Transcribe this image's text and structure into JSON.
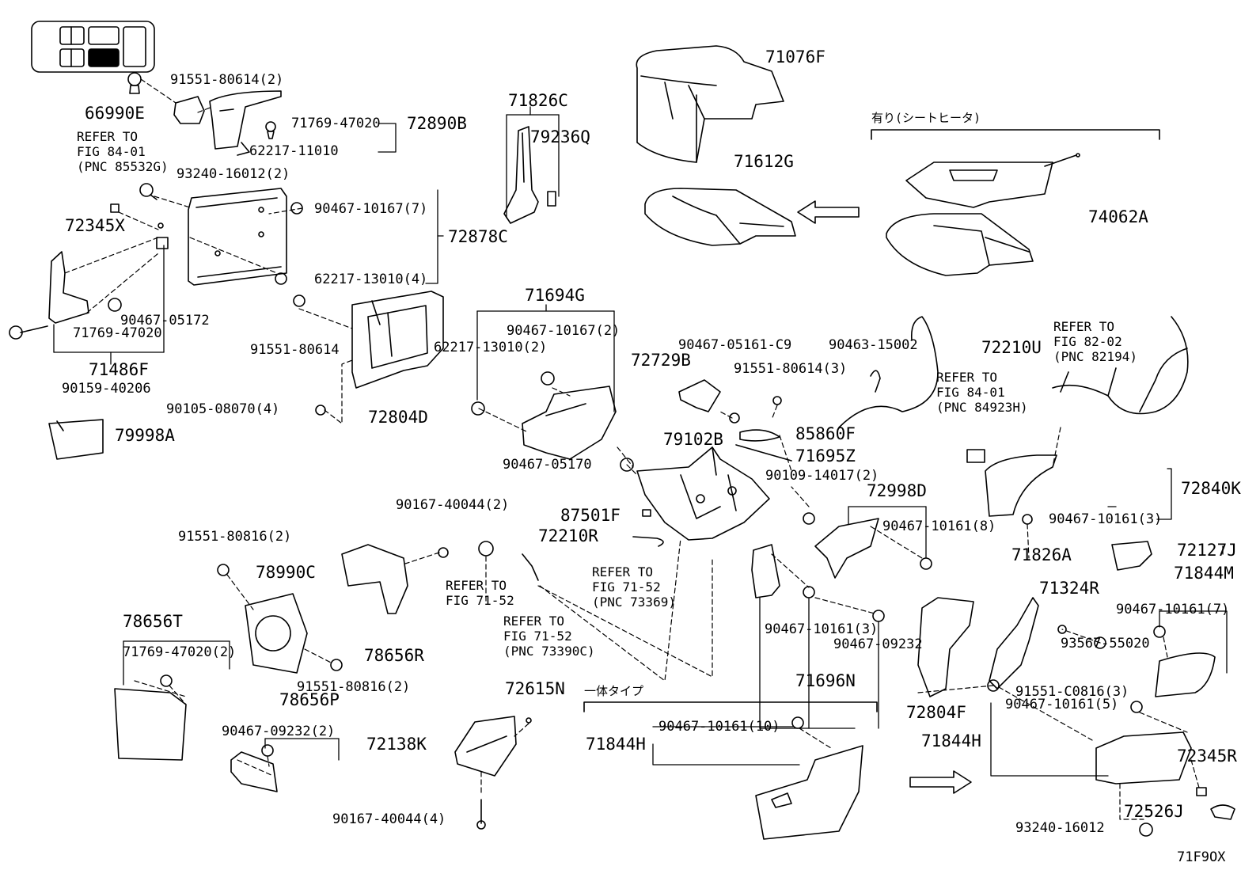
{
  "diagram_id": "71F9OX",
  "notes": {
    "with_heater": "有り(シートヒータ)",
    "integrated_type": "一体タイプ"
  },
  "refs": {
    "fig84_85532G": "REFER TO\nFIG 84-01\n(PNC 85532G)",
    "fig82_82194": "REFER TO\nFIG 82-02\n(PNC 82194)",
    "fig84_84923H": "REFER TO\nFIG 84-01\n(PNC 84923H)",
    "fig71_52": "REFER TO\nFIG 71-52",
    "fig71_73369": "REFER TO\nFIG 71-52\n(PNC 73369)",
    "fig71_73390C": "REFER TO\nFIG 71-52\n(PNC 73390C)"
  },
  "assemblies": {
    "a71076F": "71076F",
    "a71612G": "71612G",
    "a74062A": "74062A",
    "a72890B": "72890B",
    "a66990E": "66990E",
    "a71826C": "71826C",
    "a79236Q": "79236Q",
    "a72345X": "72345X",
    "a72878C": "72878C",
    "a71486F": "71486F",
    "a72804D": "72804D",
    "a79998A": "79998A",
    "a71694G": "71694G",
    "a72729B": "72729B",
    "a79102B": "79102B",
    "a72210U": "72210U",
    "a85860F": "85860F",
    "a71695Z": "71695Z",
    "a87501F": "87501F",
    "a72210R": "72210R",
    "a72998D": "72998D",
    "a72840K": "72840K",
    "a72127J": "72127J",
    "a71844M": "71844M",
    "a71826A": "71826A",
    "a71324R": "71324R",
    "a78990C": "78990C",
    "a78656T": "78656T",
    "a78656R": "78656R",
    "a78656P": "78656P",
    "a72615N": "72615N",
    "a72138K": "72138K",
    "a71844H_mid": "71844H",
    "a71696N": "71696N",
    "a72804F": "72804F",
    "a71844H_right": "71844H",
    "a72345R": "72345R",
    "a72526J": "72526J"
  },
  "fasteners": {
    "f91551_80614_2": "91551-80614(2)",
    "f71769_47020_a": "71769-47020",
    "f62217_11010": "62217-11010",
    "f93240_16012_2": "93240-16012(2)",
    "f90467_10167_7": "90467-10167(7)",
    "f62217_13010_4": "62217-13010(4)",
    "f90467_05172": "90467-05172",
    "f71769_47020_b": "71769-47020",
    "f90159_40206": "90159-40206",
    "f91551_80614": "91551-80614",
    "f90105_08070_4": "90105-08070(4)",
    "f90467_10167_2": "90467-10167(2)",
    "f62217_13010_2": "62217-13010(2)",
    "f90467_05170": "90467-05170",
    "f90467_05161_C9": "90467-05161-C9",
    "f91551_80614_3": "91551-80614(3)",
    "f90463_15002": "90463-15002",
    "f90109_14017_2": "90109-14017(2)",
    "f90467_10161_8": "90467-10161(8)",
    "f90467_10161_3_r": "90467-10161(3)",
    "f90167_40044_2": "90167-40044(2)",
    "f91551_80816_2_a": "91551-80816(2)",
    "f91551_80816_2_b": "91551-80816(2)",
    "f71769_47020_2": "71769-47020(2)",
    "f90467_09232_2": "90467-09232(2)",
    "f90467_10161_3_m": "90467-10161(3)",
    "f90467_09232": "90467-09232",
    "f90467_10161_7": "90467-10161(7)",
    "f93567_55020": "93567-55020",
    "f91551_C0816_3": "91551-C0816(3)",
    "f90467_10161_5": "90467-10161(5)",
    "f90467_10161_10": "90467-10161(10)",
    "f90167_40044_4": "90167-40044(4)",
    "f93240_16012": "93240-16012"
  }
}
